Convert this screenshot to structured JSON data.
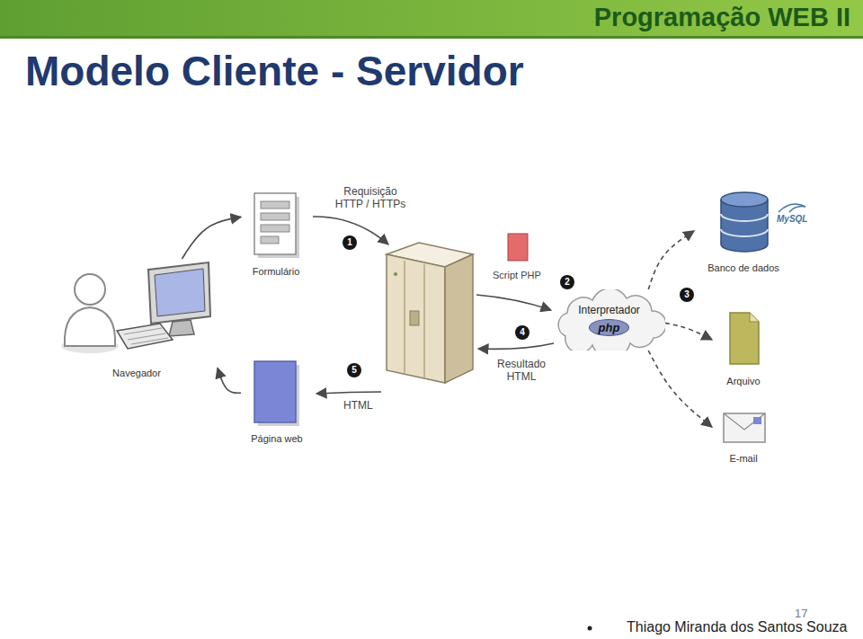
{
  "diagram": {
    "title": "Modelo Cliente - Servidor",
    "nodes": [
      {
        "text": [
          "Navegador"
        ]
      },
      {
        "text": [
          "Formulário"
        ]
      },
      {
        "text": [
          "Página web"
        ]
      },
      {
        "text": [
          "Interpretador",
          "php"
        ]
      },
      {
        "text": [
          "Banco de dados"
        ]
      },
      {
        "text": [
          "Arquivo"
        ]
      },
      {
        "text": [
          "E-mail"
        ]
      }
    ],
    "edges": [
      {
        "from": 0,
        "to": 1,
        "arrow": "to"
      },
      {
        "from": 2,
        "to": 0,
        "arrow": "to"
      },
      {
        "from": 3,
        "to": 4,
        "arrow": "to"
      },
      {
        "from": 3,
        "to": 5,
        "arrow": "to"
      },
      {
        "from": 3,
        "to": 6,
        "arrow": "to"
      }
    ],
    "labels": [
      "Programação WEB II",
      "Requisição HTTP / HTTPs",
      "1",
      "Script PHP",
      "2",
      "3",
      "4",
      "Resultado HTML",
      "5",
      "HTML",
      "MySQL",
      "17",
      "Thiago Miranda dos Santos Souza"
    ]
  }
}
